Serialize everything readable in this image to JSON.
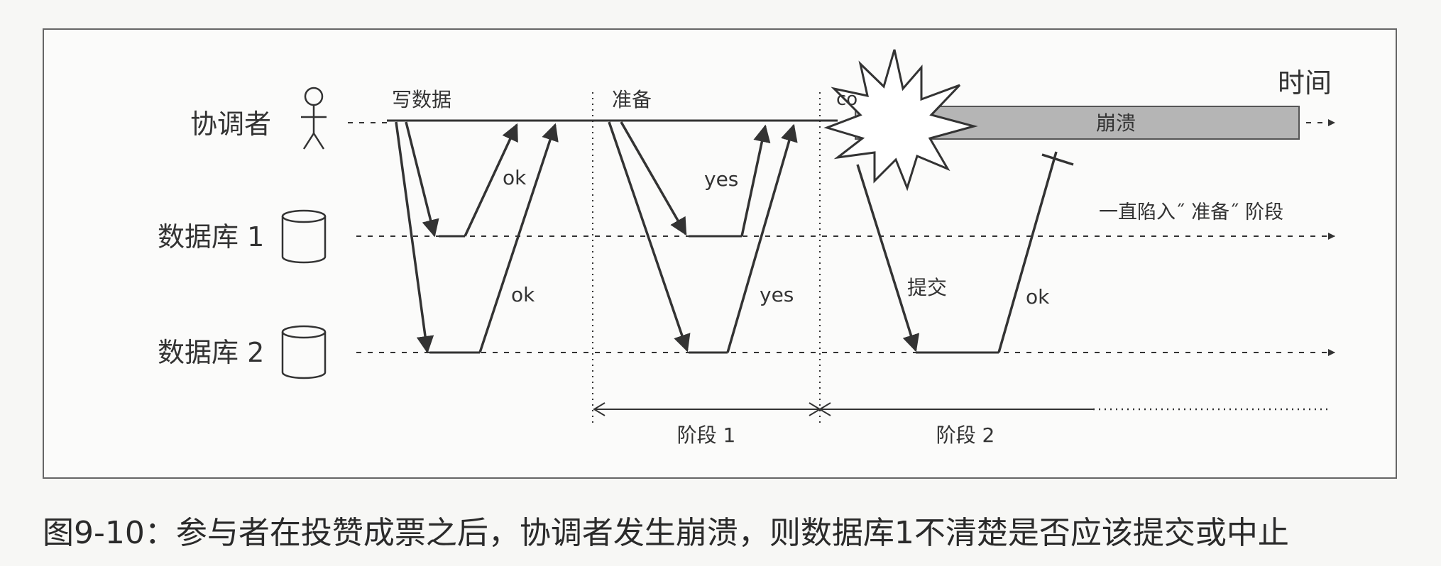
{
  "labels": {
    "time": "时间",
    "coordinator": "协调者",
    "db1": "数据库 1",
    "db2": "数据库 2",
    "write_data": "写数据",
    "prepare": "准备",
    "commit_partial": "co",
    "crash": "崩溃",
    "stuck": "一直陷入˝ 准备˝ 阶段",
    "ok_db1_phase0": "ok",
    "ok_db2_phase0": "ok",
    "yes_db1": "yes",
    "yes_db2": "yes",
    "commit": "提交",
    "ok_db2_phase2": "ok",
    "phase1": "阶段 1",
    "phase2": "阶段 2"
  },
  "caption": "图9-10：参与者在投赞成票之后，协调者发生崩溃，则数据库1不清楚是否应该提交或中止",
  "colors": {
    "line": "#333333",
    "crash_bar": "#b5b5b5",
    "background": "#fbfbfa"
  }
}
